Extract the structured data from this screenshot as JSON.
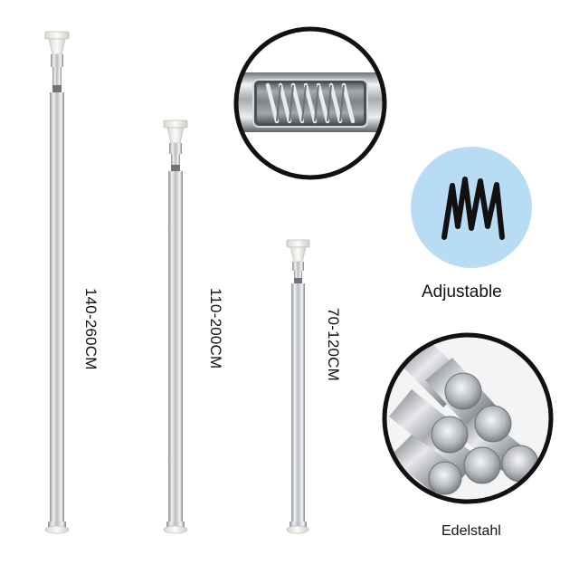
{
  "rods": [
    {
      "label": "140-260CM"
    },
    {
      "label": "110-200CM"
    },
    {
      "label": "70-120CM"
    }
  ],
  "features": {
    "adjustable_label": "Adjustable",
    "material_label": "Edelstahl"
  },
  "icons": {
    "spring_detail": "spring-closeup-icon",
    "adjust": "zigzag-spring-icon",
    "steel": "steel-rods-icon"
  },
  "colors": {
    "badge_blue": "#b9dcf5",
    "rod_steel": "#c7c9cc",
    "cap_white": "#f0f0ec"
  }
}
